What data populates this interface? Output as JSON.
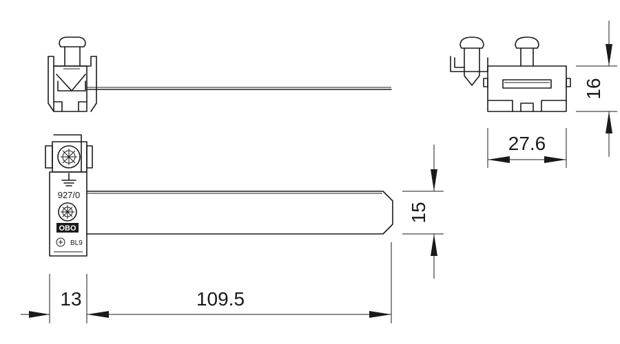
{
  "dimensions": {
    "width_13": "13",
    "length_109_5": "109.5",
    "band_15": "15",
    "side_width_27_6": "27.6",
    "side_height_16": "16"
  },
  "markings": {
    "part_number": "927/0",
    "brand": "OBO",
    "code": "BL9"
  },
  "colors": {
    "line": "#1a1a1a",
    "background": "#ffffff"
  }
}
